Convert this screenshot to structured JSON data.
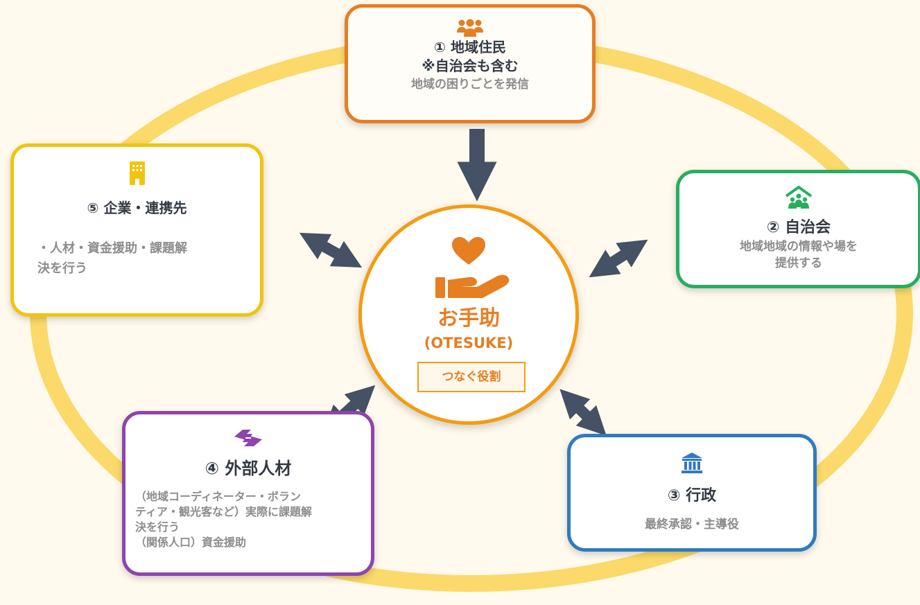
{
  "colors": {
    "background": "#fffaed",
    "ring": "#fbd96a",
    "arrow": "#455165",
    "residents": "#e67e22",
    "council": "#27ae60",
    "admin": "#2f7bbf",
    "external": "#8e44ad",
    "company": "#f1c40f",
    "center": "#f39c12"
  },
  "center": {
    "title": "お手助",
    "subtitle": "(OTESUKE)",
    "role": "つなぐ役割",
    "icon": "heart-in-hand-icon"
  },
  "nodes": {
    "residents": {
      "icon": "people-group-icon",
      "title": "① 地域住民",
      "note": "※自治会も含む",
      "desc": "地域の困りごとを発信"
    },
    "council": {
      "icon": "community-house-icon",
      "title": "② 自治会",
      "desc_lines": [
        "地域地域の情報や場を",
        "提供する"
      ]
    },
    "admin": {
      "icon": "government-building-icon",
      "title": "③ 行政",
      "desc": "最終承認・主導役"
    },
    "external": {
      "icon": "handshake-icon",
      "title": "④ 外部人材",
      "desc_lines": [
        "（地域コーディネーター・ボラン",
        "ティア・観光客など）実際に課題解",
        "決を行う",
        "（関係人口）資金援助"
      ]
    },
    "company": {
      "icon": "office-building-icon",
      "title": "⑤ 企業・連携先",
      "desc_lines": [
        "・人材・資金援助・課題解",
        "決を行う"
      ]
    }
  },
  "connections": [
    {
      "from": "residents",
      "to": "center",
      "direction": "one-way"
    },
    {
      "from": "council",
      "to": "center",
      "direction": "two-way"
    },
    {
      "from": "admin",
      "to": "center",
      "direction": "two-way"
    },
    {
      "from": "external",
      "to": "center",
      "direction": "two-way"
    },
    {
      "from": "company",
      "to": "center",
      "direction": "two-way"
    }
  ]
}
